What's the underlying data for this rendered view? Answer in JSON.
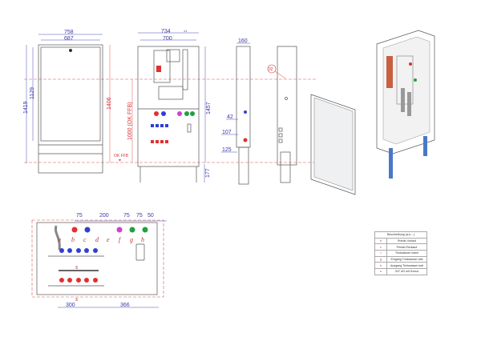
{
  "front_view": {
    "width_outer": "758",
    "width_inner": "687",
    "height_total": "1419",
    "height_door": "1129",
    "height_red": "1406",
    "floor_label": "OK FFB"
  },
  "open_view": {
    "width_outer": "734",
    "width_outer_suffix": "±1",
    "width_inner": "700",
    "height_total": "1457",
    "height_floor": "1000 (OK FFB)",
    "leg_height": "177"
  },
  "side_view": {
    "depth": "160",
    "dim_42": "42",
    "dim_107": "107",
    "dim_125": "125"
  },
  "side_view_right": {
    "badge": "32"
  },
  "detail_view": {
    "top_dims": [
      "75",
      "200",
      "75",
      "75",
      "50"
    ],
    "connection_labels": [
      "a",
      "b",
      "c",
      "d",
      "e",
      "f",
      "g",
      "h"
    ],
    "manifold_label": "s",
    "bottom_dims": [
      "300",
      "366"
    ]
  },
  "legend": {
    "header": "Beschreibung (a,b,...)",
    "rows": [
      {
        "key": "b",
        "text": "Primär-Vorlauf"
      },
      {
        "key": "c",
        "text": "Primär-Rücklauf"
      },
      {
        "key": "f",
        "text": "Trinkwasser warm"
      },
      {
        "key": "g",
        "text": "Eingang Trinkwasser kalt"
      },
      {
        "key": "h",
        "text": "Ausgang Trinkwasser kalt"
      },
      {
        "key": "s",
        "text": "3/4\" AG mit Konus"
      }
    ]
  },
  "colors": {
    "dimension": "#3a3aa8",
    "reference": "#d9343a",
    "primary_flow": "#e03030",
    "primary_return": "#3040d0",
    "hot_water": "#d040d0",
    "cold_water": "#20a040"
  }
}
